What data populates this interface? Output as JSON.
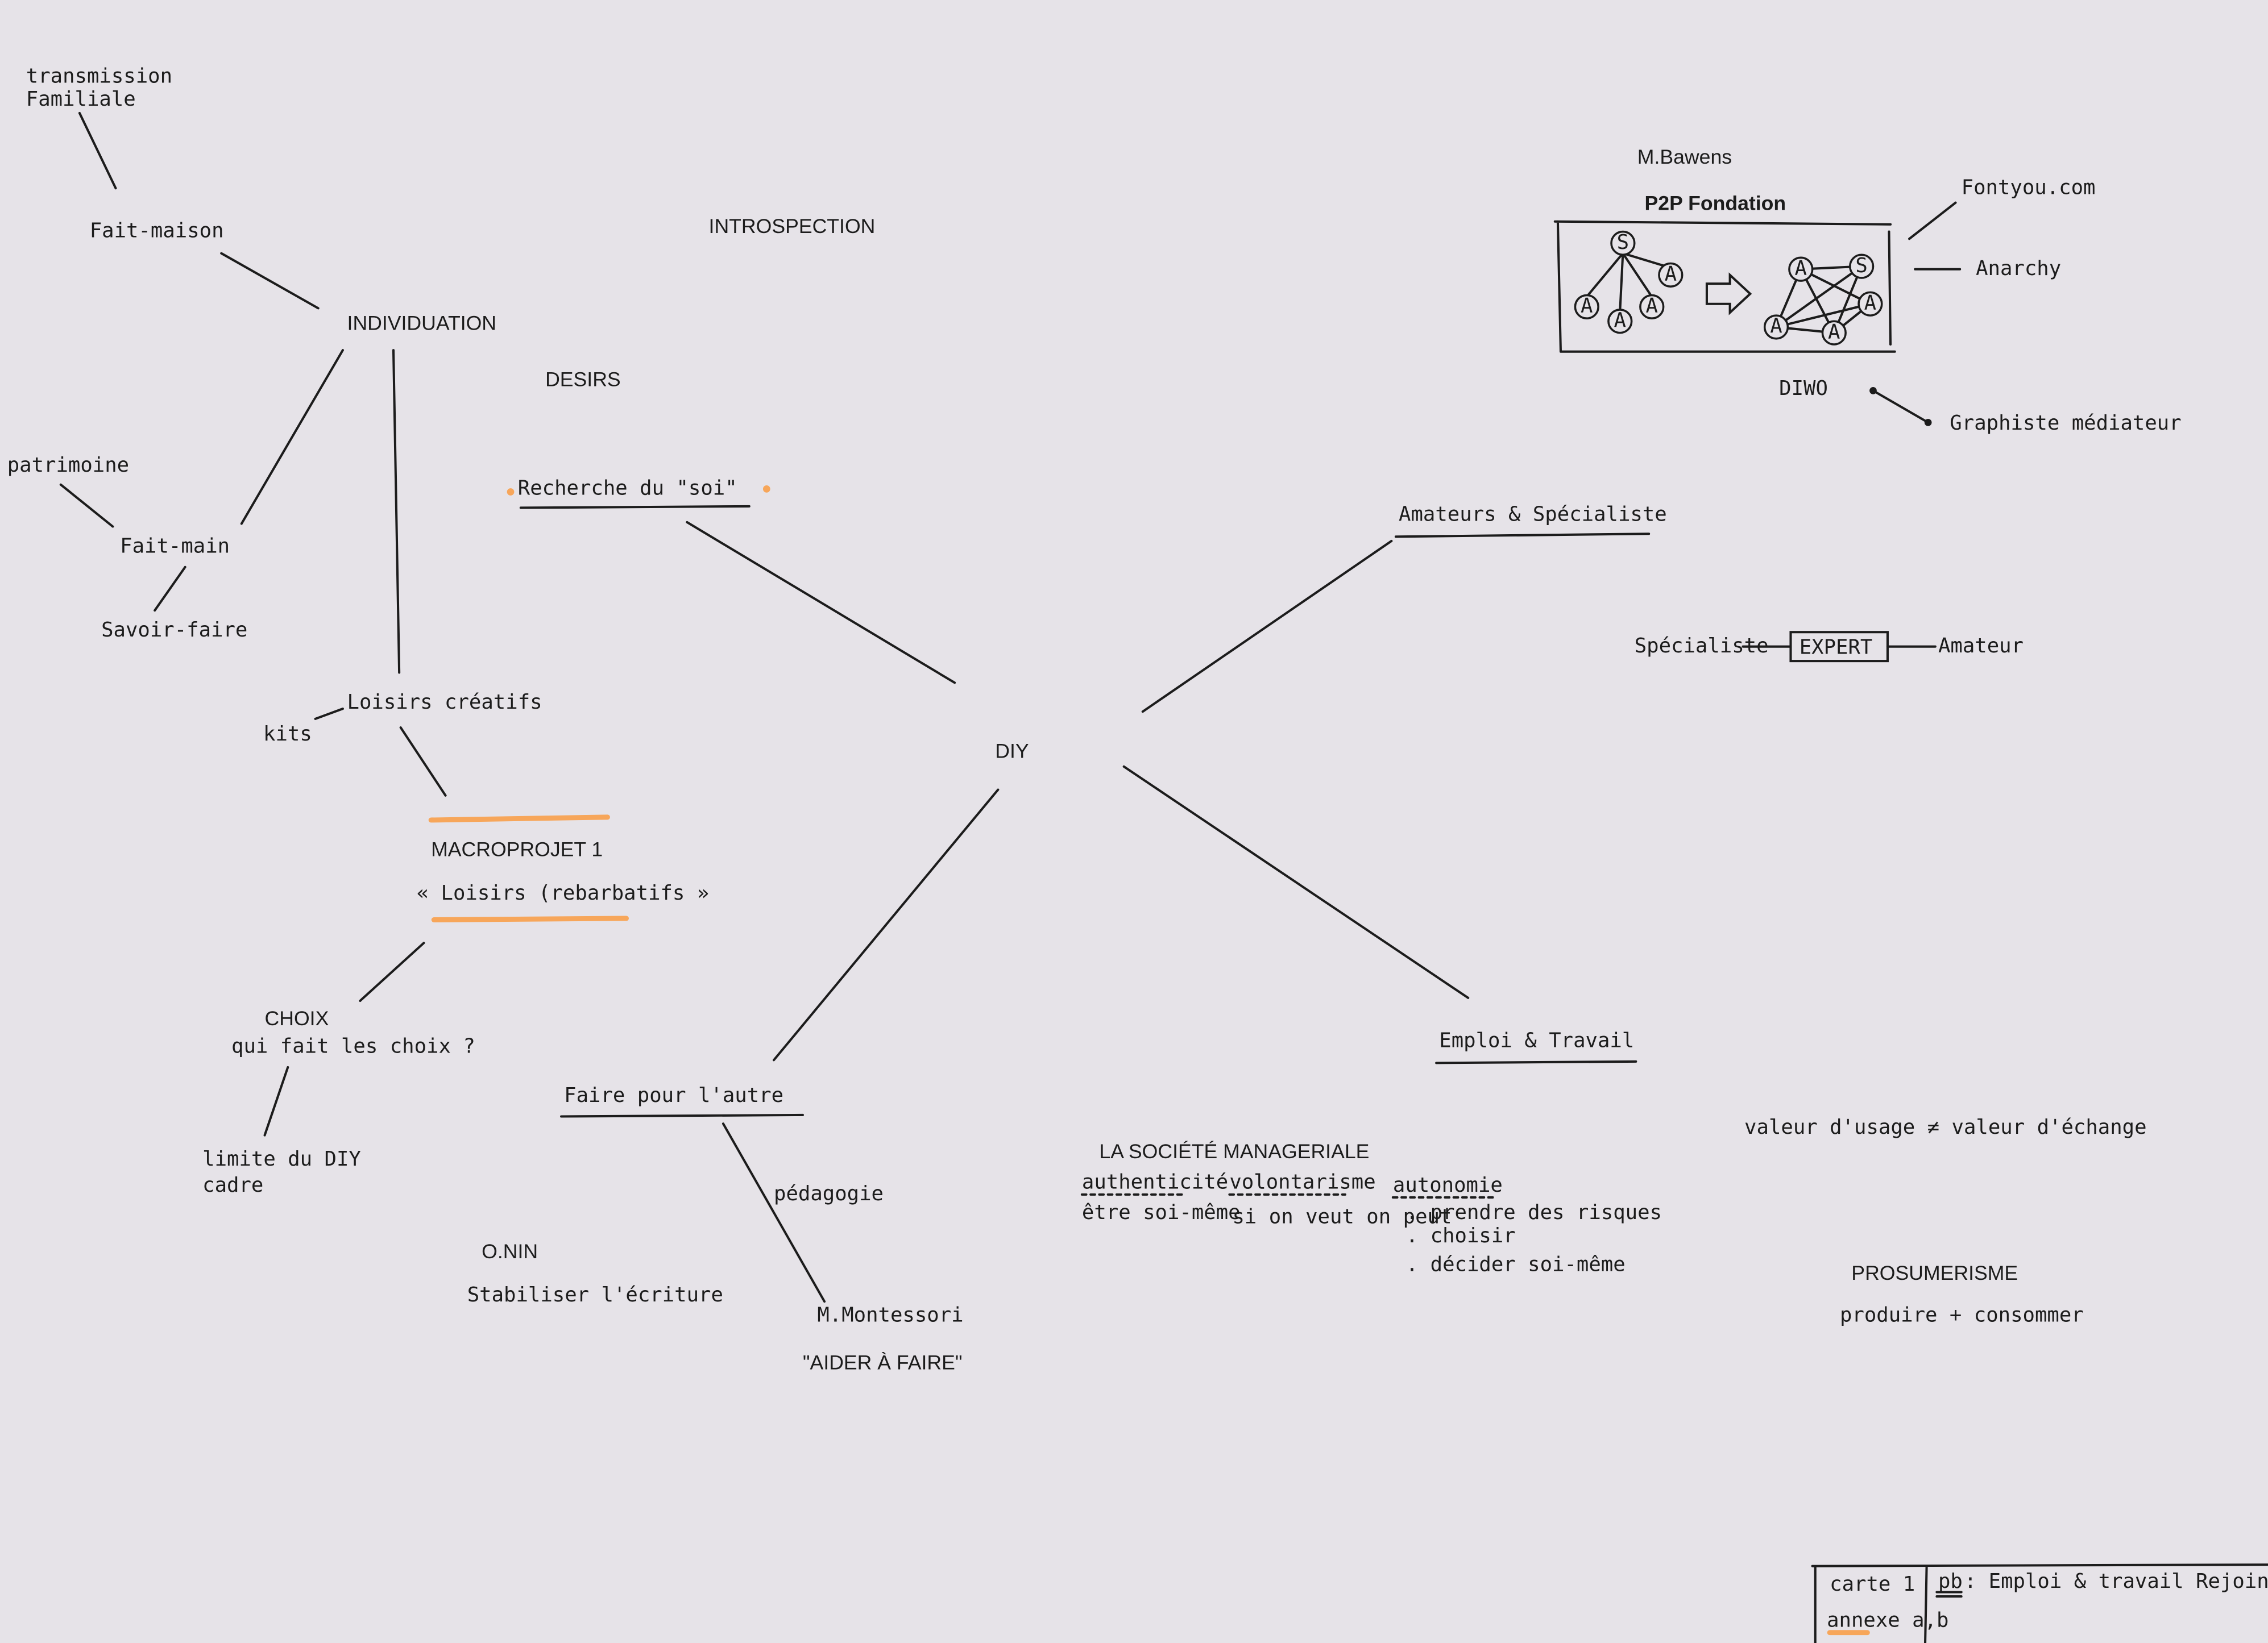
{
  "center": "DIY",
  "left_branch": {
    "transmission": [
      "transmission",
      "Familiale"
    ],
    "fait_maison": "Fait-maison",
    "individuation": "INDIVIDUATION",
    "patrimoine": "patrimoine",
    "fait_main": "Fait-main",
    "savoir_faire": "Savoir-faire",
    "loisirs_creatifs": "Loisirs créatifs",
    "kits": "kits",
    "macroprojet": "MACROPROJET 1",
    "macroprojet_sub": "« Loisirs (rebarbatifs »",
    "choix": "CHOIX",
    "choix_sub": "qui fait les choix ?",
    "limite": [
      "limite du DIY",
      "cadre"
    ]
  },
  "introspection": "INTROSPECTION",
  "desirs": "DESIRS",
  "recherche": "Recherche du \"soi\"",
  "faire_pour_autre": {
    "title": "Faire pour l'autre",
    "pedagogie": "pédagogie",
    "montessori": "M.Montessori",
    "aider": "\"AIDER À FAIRE\"",
    "onin": "O.NIN",
    "stabiliser": "Stabiliser l'écriture"
  },
  "amateurs": {
    "title": "Amateurs & Spécialiste",
    "specialiste": "Spécialiste",
    "expert": "EXPERT",
    "amateur": "Amateur"
  },
  "p2p": {
    "author": "M.Bawens",
    "org": "P2P Fondation",
    "node_s": "S",
    "node_a": "A",
    "fontyou": "Fontyou.com",
    "anarchy": "Anarchy",
    "diwo": "DIWO",
    "graphiste": "Graphiste médiateur"
  },
  "emploi": {
    "title": "Emploi & Travail",
    "valeur": "valeur d'usage ≠ valeur d'échange",
    "prosumerisme": "PROSUMERISME",
    "produire": "produire + consommer"
  },
  "societe": {
    "title": "LA SOCIÉTÉ MANAGERIALE",
    "cols": [
      {
        "head": "authenticité",
        "items": [
          "être soi-même"
        ]
      },
      {
        "head": "volontarisme",
        "items": [
          "si on veut on peut"
        ]
      },
      {
        "head": "autonomie",
        "items": [
          ". prendre des risques",
          ". choisir",
          ". décider soi-même"
        ]
      }
    ]
  },
  "cartouche": {
    "carte": "carte 1",
    "annexe": "annexe a,b",
    "pb_label": "pb",
    "pb_text": ": Emploi & travail Rejoint individu"
  },
  "colors": {
    "paper": "#e6e3e8",
    "ink": "#1c1c1c",
    "highlight": "#f7a65a"
  }
}
